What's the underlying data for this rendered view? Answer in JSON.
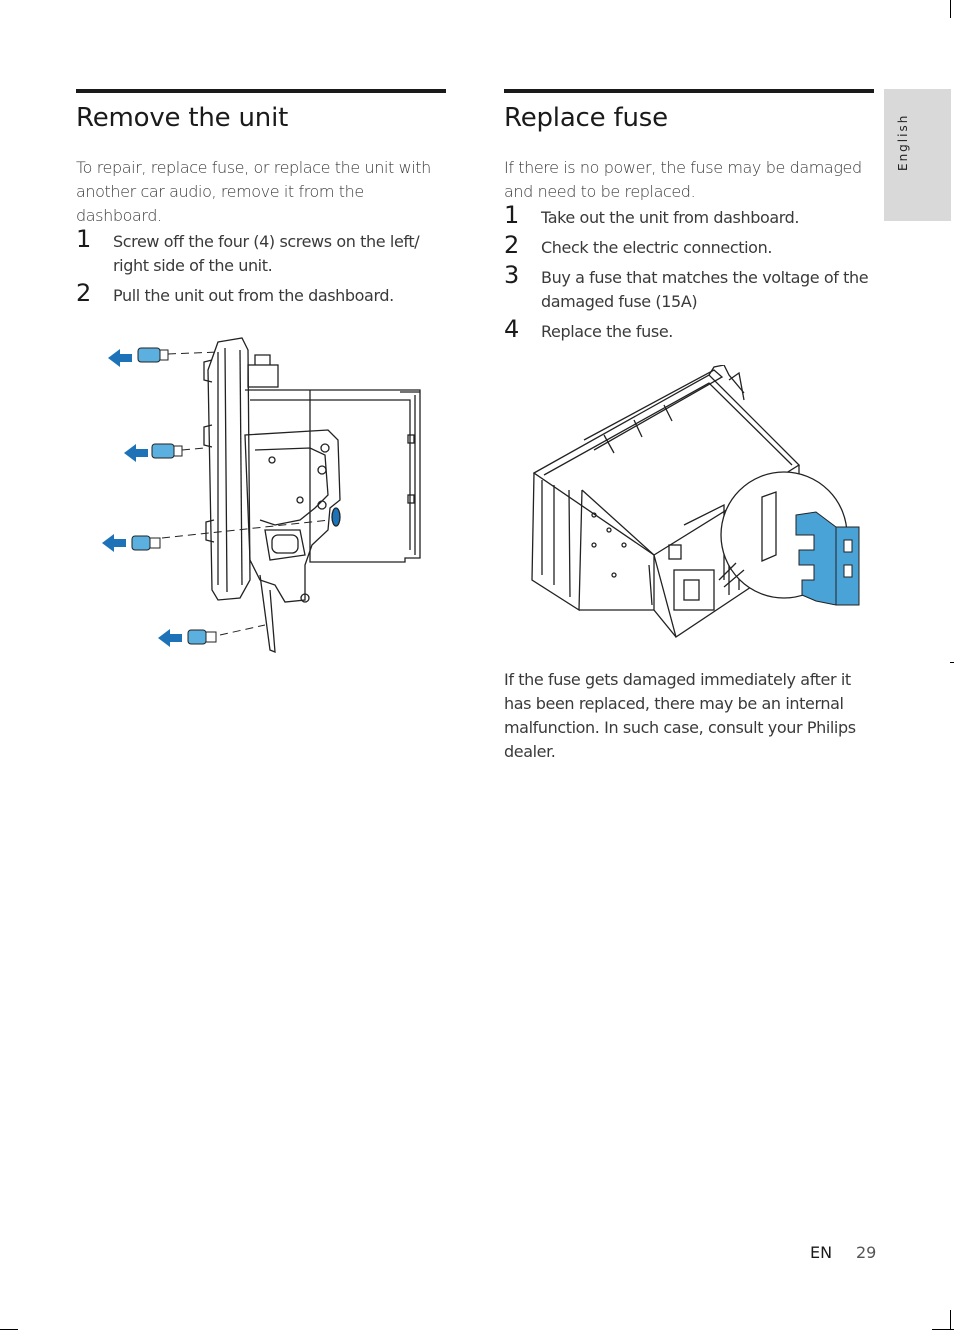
{
  "side_tab": {
    "label": "English"
  },
  "left": {
    "title": "Remove the unit",
    "intro": "To repair, replace fuse, or replace the unit with another car audio, remove it from the dashboard.",
    "steps": [
      {
        "num": "1",
        "text": "Screw off the four (4) screws on the left/ right side of the unit."
      },
      {
        "num": "2",
        "text": "Pull the unit out from the dashboard."
      }
    ]
  },
  "right": {
    "title": "Replace fuse",
    "intro": "If there is no power, the fuse may be damaged and need to be replaced.",
    "steps": [
      {
        "num": "1",
        "text": "Take out the unit from dashboard."
      },
      {
        "num": "2",
        "text": "Check the electric connection."
      },
      {
        "num": "3",
        "text": "Buy a fuse that matches the voltage of the damaged fuse (15A)"
      },
      {
        "num": "4",
        "text": "Replace the fuse."
      }
    ],
    "after": "If the fuse gets damaged immediately after it has been replaced, there may be an internal malfunction. In such case, consult your Philips dealer."
  },
  "footer": {
    "lang": "EN",
    "page": "29"
  },
  "colors": {
    "accent_blue": "#1e73b8",
    "fuse_blue": "#4aa3d6",
    "tab_gray": "#d9d9d9"
  }
}
